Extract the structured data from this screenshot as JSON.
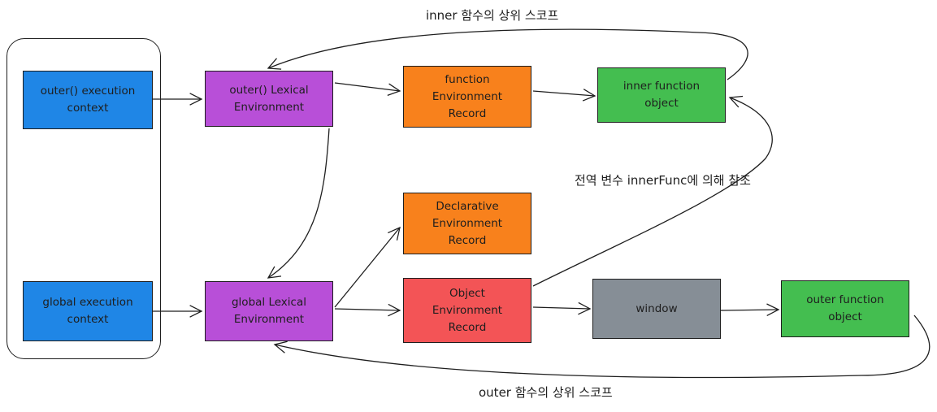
{
  "colors": {
    "context": "#1f86e6",
    "lexical_env": "#b84fd8",
    "env_record": "#f8811c",
    "object_record": "#f35456",
    "function_object": "#44be50",
    "window": "#868e96",
    "stroke": "#1e1e1e"
  },
  "nodes": {
    "outer_exec_ctx": "outer() execution\ncontext",
    "global_exec_ctx": "global execution\ncontext",
    "outer_lex_env": "outer() Lexical\nEnvironment",
    "global_lex_env": "global Lexical\nEnvironment",
    "function_env_record": "function\nEnvironment\nRecord",
    "declarative_env_record": "Declarative\nEnvironment\nRecord",
    "object_env_record": "Object\nEnvironment\nRecord",
    "inner_function_object": "inner function\nobject",
    "window": "window",
    "outer_function_object": "outer function\nobject"
  },
  "labels": {
    "inner_scope": "inner 함수의 상위 스코프",
    "global_ref": "전역 변수 innerFunc에 의해 참조",
    "outer_scope": "outer 함수의 상위 스코프"
  }
}
